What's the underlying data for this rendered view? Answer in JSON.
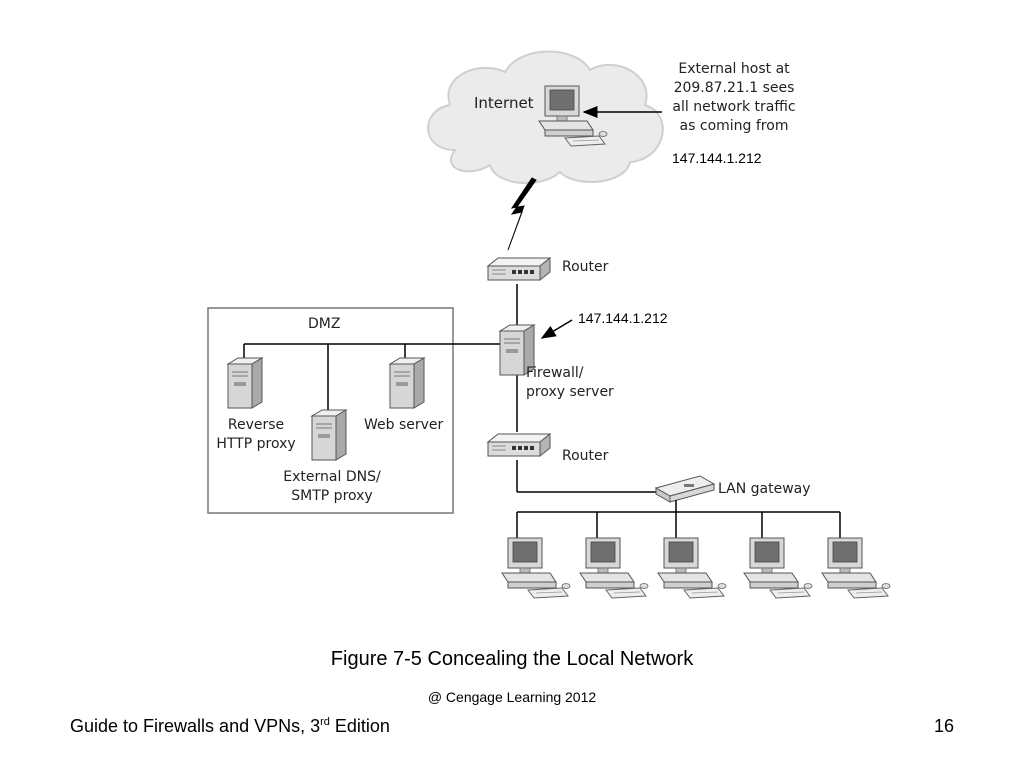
{
  "diagram": {
    "cloud_label": "Internet",
    "external_host_note": [
      "External host at",
      "209.87.21.1 sees",
      "all network traffic",
      "as coming from"
    ],
    "external_ip": "147.144.1.212",
    "router_top_label": "Router",
    "firewall_ip": "147.144.1.212",
    "firewall_label": [
      "Firewall/",
      "proxy server"
    ],
    "dmz_label": "DMZ",
    "reverse_proxy_label": [
      "Reverse",
      "HTTP proxy"
    ],
    "dns_smtp_label": [
      "External DNS/",
      "SMTP proxy"
    ],
    "web_server_label": "Web server",
    "router_bottom_label": "Router",
    "lan_gateway_label": "LAN gateway"
  },
  "caption": "Figure 7-5 Concealing the Local Network",
  "copyright": "@ Cengage Learning 2012",
  "footer": {
    "title_pre": "Guide to Firewalls and VPNs, 3",
    "title_sup": "rd",
    "title_post": " Edition",
    "page_number": "16"
  }
}
